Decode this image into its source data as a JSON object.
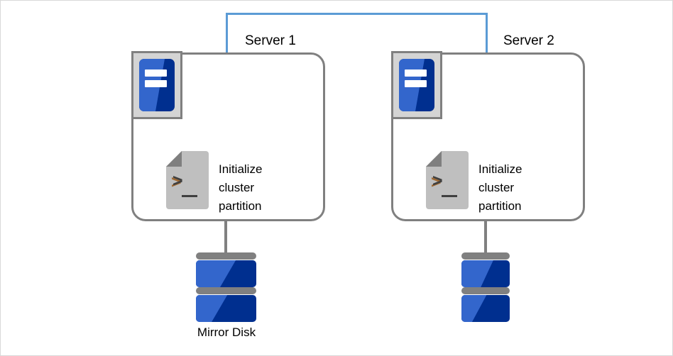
{
  "diagram": {
    "type": "cluster-mirror-disk-topology",
    "background": "#ffffff",
    "border_color": "#d8d8d8",
    "colors": {
      "interconnect": "#5b9bd5",
      "box_border": "#808080",
      "icon_blue_dark": "#002f8f",
      "icon_blue_light": "#3366cc",
      "icon_gray": "#bfbfbf",
      "icon_gray_dark": "#7f7f7f",
      "badge_gray": "#d4d4d4",
      "text": "#000000"
    },
    "interconnect": {
      "name": "interconnect-link"
    },
    "servers": [
      {
        "id": "server-1",
        "label": "Server 1",
        "server_icon_name": "server-icon",
        "task": {
          "icon_name": "script-console-icon",
          "prompt_glyph": ">",
          "text": "Initialize\ncluster\npartition"
        },
        "disk": {
          "name": "mirror-disk-1",
          "label": "Mirror Disk"
        }
      },
      {
        "id": "server-2",
        "label": "Server 2",
        "server_icon_name": "server-icon",
        "task": {
          "icon_name": "script-console-icon",
          "prompt_glyph": ">",
          "text": "Initialize\ncluster\npartition"
        },
        "disk": {
          "name": "mirror-disk-2",
          "label": ""
        }
      }
    ]
  }
}
